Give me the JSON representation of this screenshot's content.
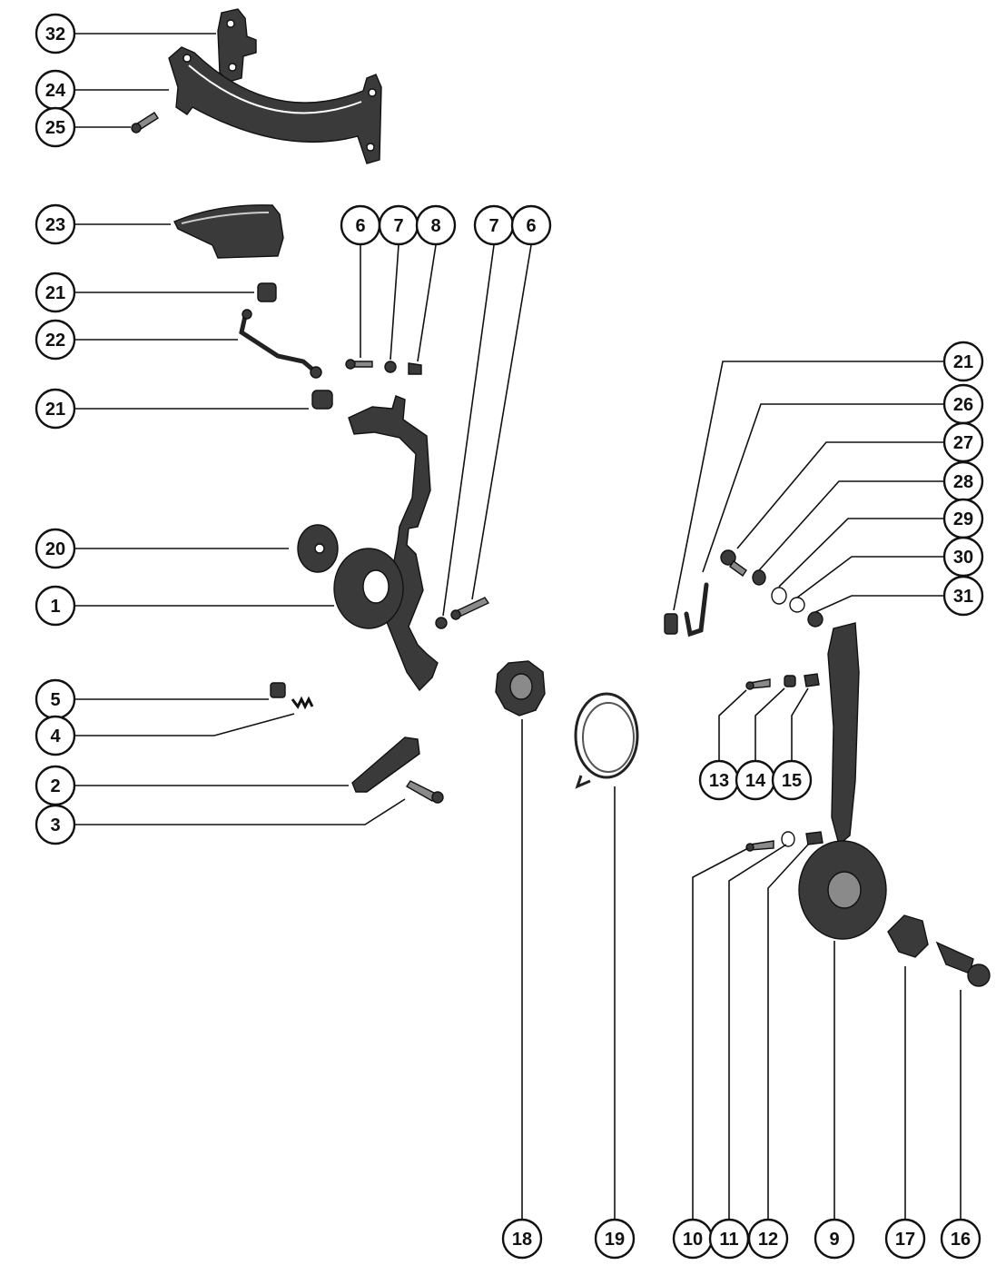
{
  "callouts": [
    {
      "id": "c32",
      "label": "32"
    },
    {
      "id": "c24",
      "label": "24"
    },
    {
      "id": "c25",
      "label": "25"
    },
    {
      "id": "c23",
      "label": "23"
    },
    {
      "id": "c6a",
      "label": "6"
    },
    {
      "id": "c7a",
      "label": "7"
    },
    {
      "id": "c8",
      "label": "8"
    },
    {
      "id": "c7b",
      "label": "7"
    },
    {
      "id": "c6b",
      "label": "6"
    },
    {
      "id": "c21a",
      "label": "21"
    },
    {
      "id": "c22",
      "label": "22"
    },
    {
      "id": "c21b",
      "label": "21"
    },
    {
      "id": "c20",
      "label": "20"
    },
    {
      "id": "c1",
      "label": "1"
    },
    {
      "id": "c5",
      "label": "5"
    },
    {
      "id": "c4",
      "label": "4"
    },
    {
      "id": "c2",
      "label": "2"
    },
    {
      "id": "c3",
      "label": "3"
    },
    {
      "id": "c21c",
      "label": "21"
    },
    {
      "id": "c26",
      "label": "26"
    },
    {
      "id": "c27",
      "label": "27"
    },
    {
      "id": "c28",
      "label": "28"
    },
    {
      "id": "c29",
      "label": "29"
    },
    {
      "id": "c30",
      "label": "30"
    },
    {
      "id": "c31",
      "label": "31"
    },
    {
      "id": "c13",
      "label": "13"
    },
    {
      "id": "c14",
      "label": "14"
    },
    {
      "id": "c15",
      "label": "15"
    },
    {
      "id": "c18",
      "label": "18"
    },
    {
      "id": "c19",
      "label": "19"
    },
    {
      "id": "c10",
      "label": "10"
    },
    {
      "id": "c11",
      "label": "11"
    },
    {
      "id": "c12",
      "label": "12"
    },
    {
      "id": "c9",
      "label": "9"
    },
    {
      "id": "c17",
      "label": "17"
    },
    {
      "id": "c16",
      "label": "16"
    }
  ]
}
